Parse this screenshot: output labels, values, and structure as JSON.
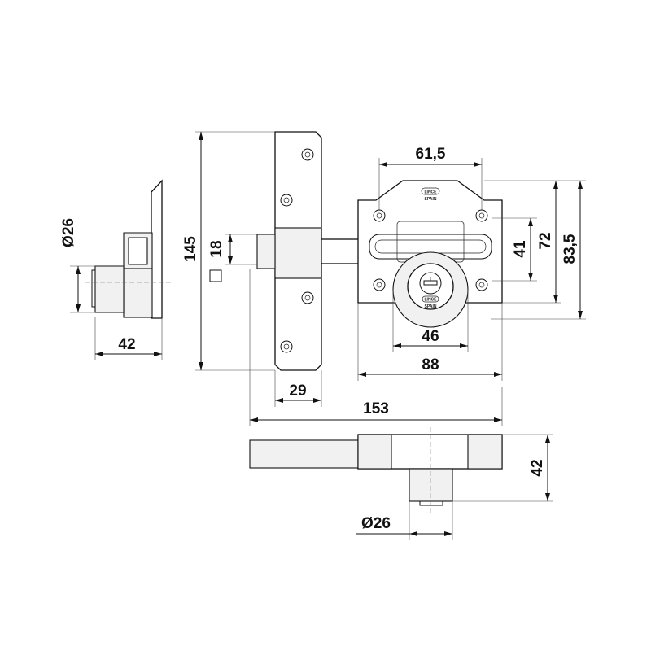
{
  "dimensions": {
    "side_diameter": "Ø26",
    "side_depth": "42",
    "total_height": "145",
    "bolt_square": "18",
    "bolt_spacing_top": "61,5",
    "slot_height": "41",
    "inner_height": "72",
    "outer_height": "83,5",
    "cylinder_spacing": "46",
    "body_width": "88",
    "strike_width": "29",
    "total_length": "153",
    "bottom_depth": "42",
    "bottom_diameter": "Ø26"
  },
  "labels": {
    "brand_top": "LINCE",
    "origin_top": "SPAIN",
    "brand_cyl": "LINCE",
    "origin_cyl": "SPAIN"
  }
}
